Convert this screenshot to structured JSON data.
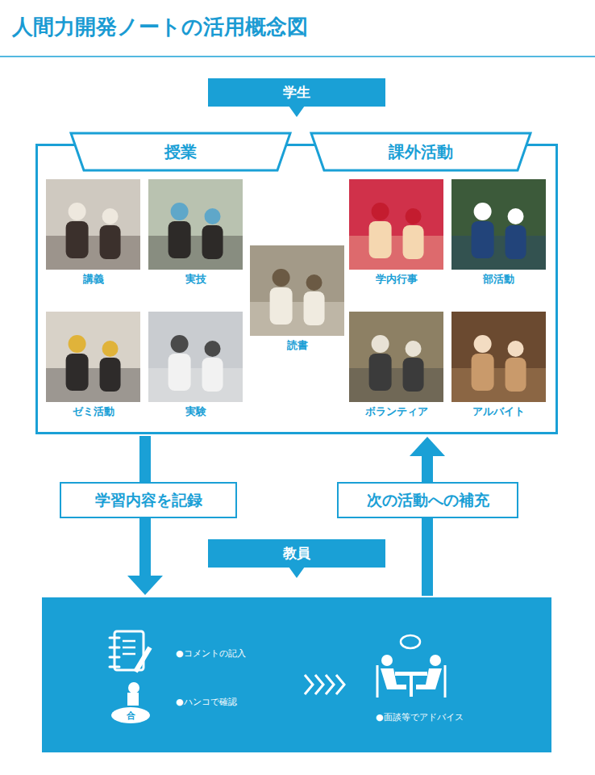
{
  "diagram": {
    "title": "人間力開発ノートの活用概念図",
    "nodes": [
      {
        "text": [
          "学生"
        ]
      },
      {
        "text": [
          "授業"
        ],
        "in": 0
      },
      {
        "text": [
          "課外活動"
        ],
        "in": 0
      },
      {
        "text": [
          "講義"
        ],
        "in": 0
      },
      {
        "text": [
          "実技"
        ],
        "in": 0
      },
      {
        "text": [
          "ゼミ活動"
        ],
        "in": 0
      },
      {
        "text": [
          "実験"
        ],
        "in": 0
      },
      {
        "text": [
          "読書"
        ],
        "in": 0
      },
      {
        "text": [
          "学内行事"
        ],
        "in": 0
      },
      {
        "text": [
          "部活動"
        ],
        "in": 0
      },
      {
        "text": [
          "ボランティア"
        ],
        "in": 0
      },
      {
        "text": [
          "アルバイト"
        ],
        "in": 0
      },
      {
        "text": [
          "教員",
          "●コメントの記入",
          "●ハンコで確認",
          "●面談等でアドバイス"
        ]
      }
    ],
    "edges": [
      {
        "from": 0,
        "to": 12,
        "arrow": "to",
        "label": "学習内容を記録"
      },
      {
        "from": 12,
        "to": 0,
        "arrow": "to",
        "label": "次の活動への補充"
      }
    ],
    "labels": [
      "合"
    ]
  }
}
